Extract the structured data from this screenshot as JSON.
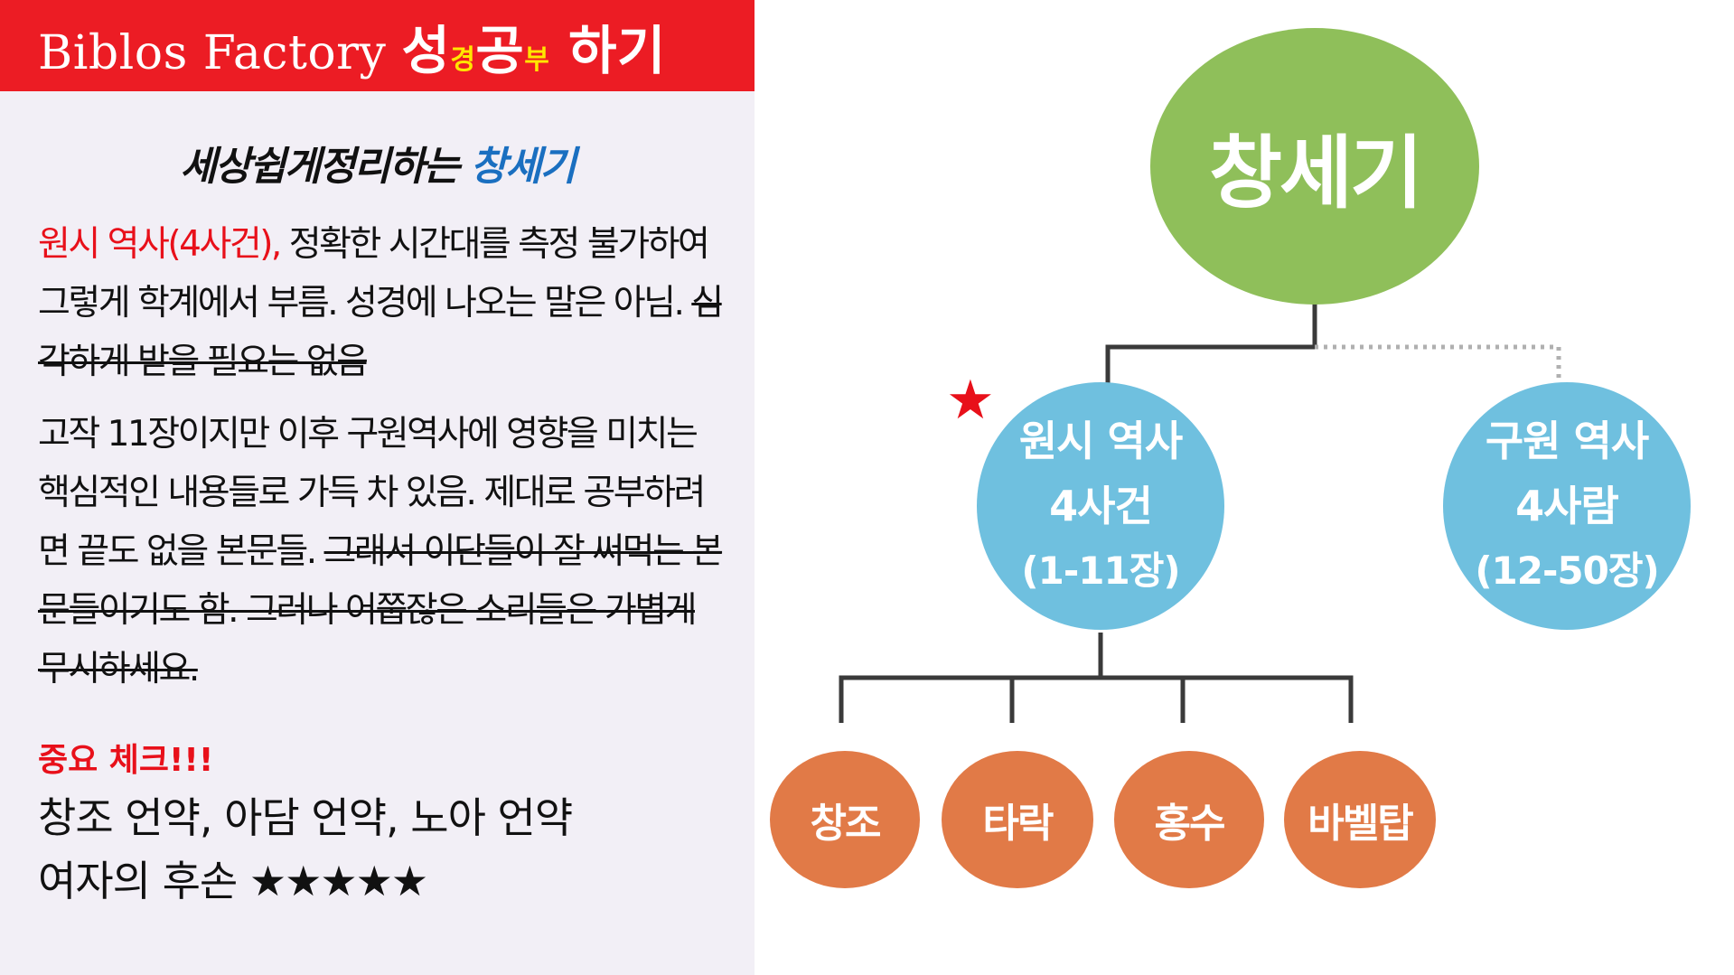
{
  "banner": {
    "prefix": "Biblos Factory ",
    "seong": "성",
    "gyeong": "경",
    "gong": "공",
    "bu": "부",
    "suffix": " 하기"
  },
  "subtitle": {
    "main": "세상쉽게정리하는 ",
    "highlight": "창세기"
  },
  "paragraph1": {
    "red": "원시 역사(4사건),",
    "normal": " 정확한 시간대를 측정 불가하여 그렇게 학계에서 부름. 성경에 나오는 말은 아님. ",
    "struck": "심각하게 받을 필요는 없음"
  },
  "paragraph2": {
    "normal": "고작 11장이지만 이후 구원역사에 영향을 미치는 핵심적인 내용들로 가득 차 있음. 제대로 공부하려면 끝도 없을 본문들. ",
    "struck": "그래서 이단들이 잘 써먹는 본문들이기도 함. 그러나 어쭙잖은 소리들은 가볍게 무시하세요."
  },
  "check_label": "중요 체크!!!",
  "covenants": {
    "line1": "창조 언약, 아담 언약, 노아 언약",
    "line2": "여자의 후손 ",
    "stars": "★★★★★"
  },
  "diagram": {
    "root": "창세기",
    "primeval": {
      "title": "원시 역사",
      "sub": "4사건",
      "range": "(1-11장)"
    },
    "salvation": {
      "title": "구원 역사",
      "sub": "4사람",
      "range": "(12-50장)"
    },
    "events": [
      "창조",
      "타락",
      "홍수",
      "바벨탑"
    ],
    "star_mark": "★"
  },
  "colors": {
    "banner": "#ec1c24",
    "panel": "#f2eff6",
    "root_node": "#8fbf5a",
    "mid_node": "#6fc0df",
    "leaf_node": "#e17a47",
    "accent_red": "#e8101a",
    "accent_blue": "#1a6fc0"
  }
}
